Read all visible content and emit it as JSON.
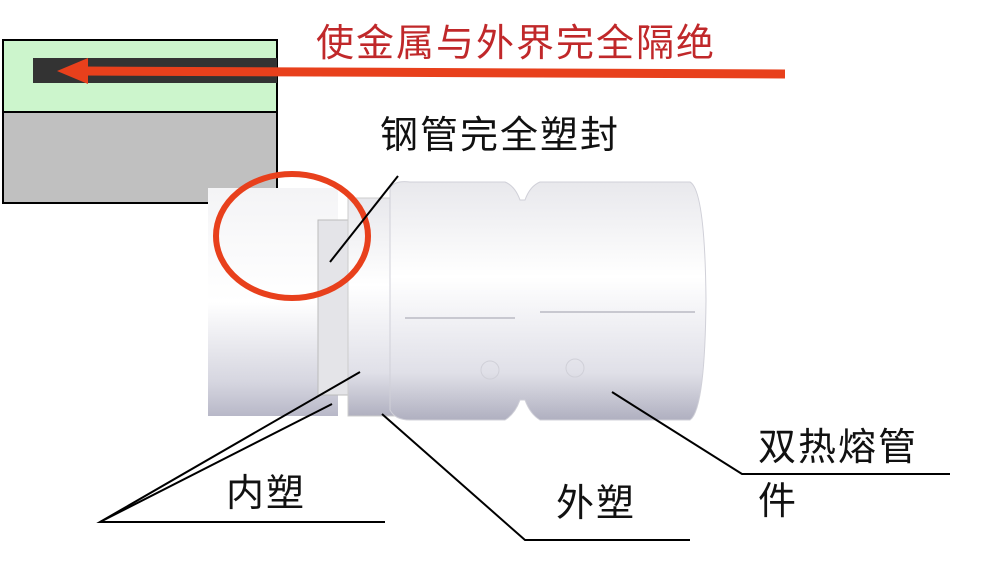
{
  "title": "使金属与外界完全隔绝",
  "labels": {
    "steel_sealed": "钢管完全塑封",
    "double_fitting_line1": "双热熔管",
    "double_fitting_line2": "件",
    "inner_plastic": "内塑",
    "outer_plastic": "外塑"
  },
  "colors": {
    "accent_red": "#e8401c",
    "title_red": "#c0282a",
    "green_layer": "#ccf5cc",
    "gray_layer": "#c0c0c0",
    "metal": "#333333"
  }
}
